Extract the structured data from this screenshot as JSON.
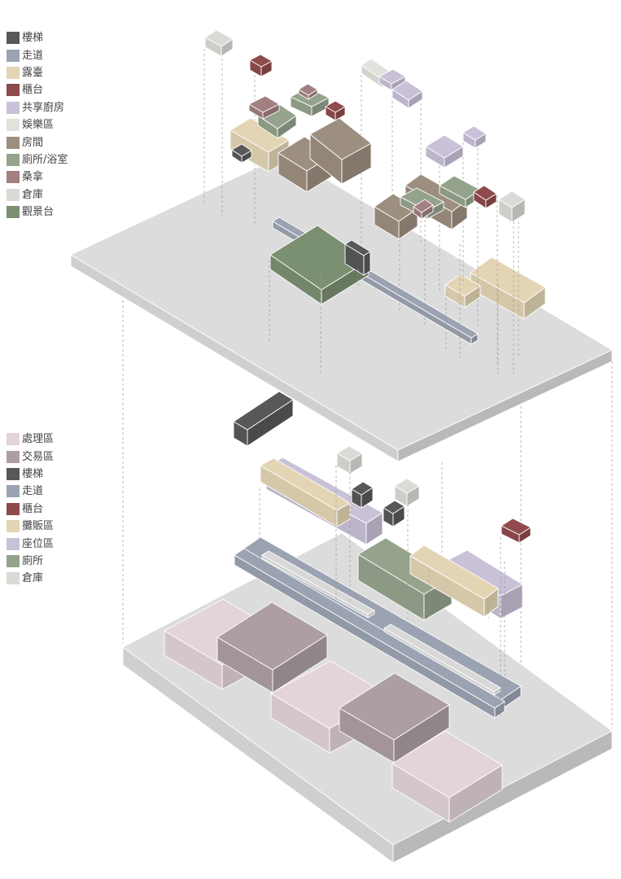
{
  "colors": {
    "plate_top": "#dcdcdc",
    "plate_side": "#d2d2d2",
    "plate_edge": "#ffffff",
    "leader": "#9a9a9a",
    "stair": "#58585a",
    "corridor": "#9ba3b2",
    "terrace": "#e3d5b4",
    "counter": "#8f4a4c",
    "shared_kitchen": "#c9c1d8",
    "entertainment": "#e2e2dc",
    "room": "#9c8f7f",
    "restroom_bath": "#95a38c",
    "sauna": "#a27f80",
    "storage": "#dcdad6",
    "observation": "#7b8f71",
    "processing": "#e2d4d7",
    "trading": "#ad9fa1",
    "stall": "#e3d5b4",
    "seating": "#c9c1d8",
    "toilet": "#95a38c"
  },
  "legend_upper": {
    "items": [
      {
        "label": "樓梯",
        "color": "#58585a"
      },
      {
        "label": "走道",
        "color": "#9ba3b2"
      },
      {
        "label": "露臺",
        "color": "#e3d5b4"
      },
      {
        "label": "櫃台",
        "color": "#8f4a4c"
      },
      {
        "label": "共享廚房",
        "color": "#c9c1d8"
      },
      {
        "label": "娛樂區",
        "color": "#e2e2dc"
      },
      {
        "label": "房間",
        "color": "#9c8f7f"
      },
      {
        "label": "廁所/浴室",
        "color": "#95a38c"
      },
      {
        "label": "桑拿",
        "color": "#a27f80"
      },
      {
        "label": "倉庫",
        "color": "#dcdad6"
      },
      {
        "label": "觀景台",
        "color": "#7b8f71"
      }
    ]
  },
  "legend_lower": {
    "items": [
      {
        "label": "處理區",
        "color": "#e2d4d7"
      },
      {
        "label": "交易區",
        "color": "#ad9fa1"
      },
      {
        "label": "樓梯",
        "color": "#58585a"
      },
      {
        "label": "走道",
        "color": "#9ba3b2"
      },
      {
        "label": "櫃台",
        "color": "#8f4a4c"
      },
      {
        "label": "攤販區",
        "color": "#e3d5b4"
      },
      {
        "label": "座位區",
        "color": "#c9c1d8"
      },
      {
        "label": "廁所",
        "color": "#95a38c"
      },
      {
        "label": "倉庫",
        "color": "#dcdad6"
      }
    ]
  }
}
